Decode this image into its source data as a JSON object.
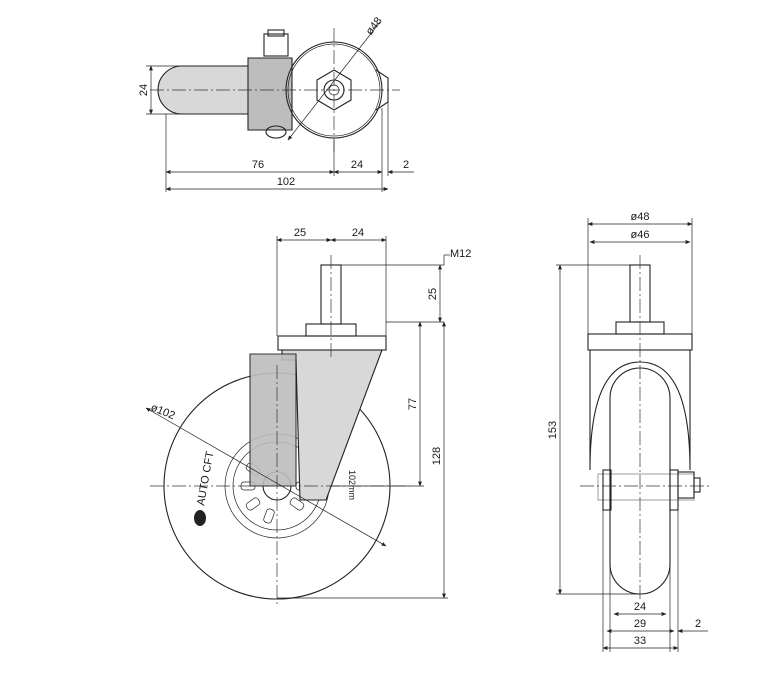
{
  "top_view": {
    "dim_diameter": "ø48",
    "dim_height": "24",
    "dim_76": "76",
    "dim_24": "24",
    "dim_2": "2",
    "dim_102": "102"
  },
  "front_view": {
    "dim_25_left": "25",
    "dim_24_right": "24",
    "dim_thread": "M12",
    "dim_stem": "25",
    "dim_77": "77",
    "dim_128": "128",
    "dim_wheel_diameter": "ø102",
    "wheel_brand": "AUTO CFT",
    "wheel_size_mark": "102mm"
  },
  "side_view": {
    "dim_48": "ø48",
    "dim_46": "ø46",
    "dim_153": "153",
    "dim_24": "24",
    "dim_29": "29",
    "dim_33": "33",
    "dim_2": "2"
  }
}
